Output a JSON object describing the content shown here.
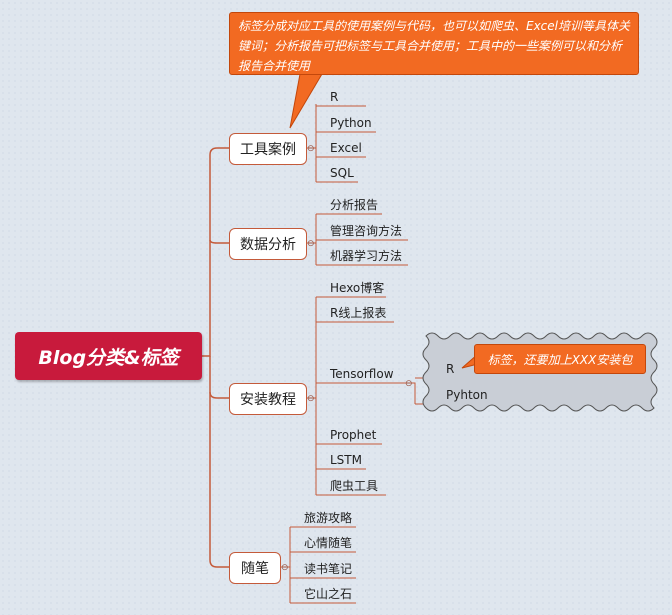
{
  "root": {
    "label": "Blog分类&标签"
  },
  "branches": {
    "tools": {
      "label": "工具案例",
      "children": [
        "R",
        "Python",
        "Excel",
        "SQL"
      ],
      "note": "标签分成对应工具的使用案例与代码，也可以如爬虫、Excel培训等具体关键词；分析报告可把标签与工具合并使用；工具中的一些案例可以和分析报告合并使用"
    },
    "analysis": {
      "label": "数据分析",
      "children": [
        "分析报告",
        "管理咨询方法",
        "机器学习方法"
      ]
    },
    "install": {
      "label": "安装教程",
      "children": [
        "Hexo博客",
        "R线上报表",
        "Tensorflow",
        "Prophet",
        "LSTM",
        "爬虫工具"
      ],
      "tensorflow_children": [
        "R",
        "Pyhton"
      ],
      "note": "标签，还要加上XXX安装包"
    },
    "notes": {
      "label": "随笔",
      "children": [
        "旅游攻略",
        "心情随笔",
        "读书笔记",
        "它山之石"
      ]
    }
  },
  "colors": {
    "root": "#c81a3c",
    "connector": "#c45a3a",
    "callout": "#f26a22",
    "boundary": "#c9ced6"
  }
}
